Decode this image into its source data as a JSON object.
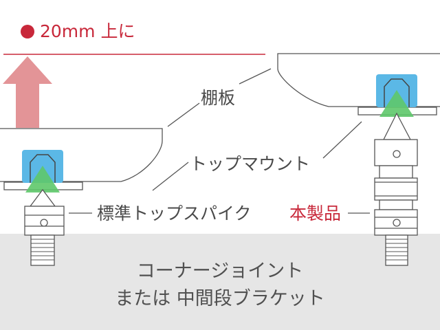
{
  "labels": {
    "raise": "20mm 上に",
    "shelf": "棚板",
    "top_mount": "トップマウント",
    "standard_spike": "標準トップスパイク",
    "product": "本製品",
    "joint_line1": "コーナージョイント",
    "joint_line2": "または 中間段ブラケット"
  },
  "colors": {
    "accent_red": "#c8283a",
    "arrow_pink": "#e39497",
    "cap_blue": "#5bb8e6",
    "cone_green": "#5ec86a",
    "base_gray": "#e6e6e6",
    "line_gray": "#555555"
  }
}
